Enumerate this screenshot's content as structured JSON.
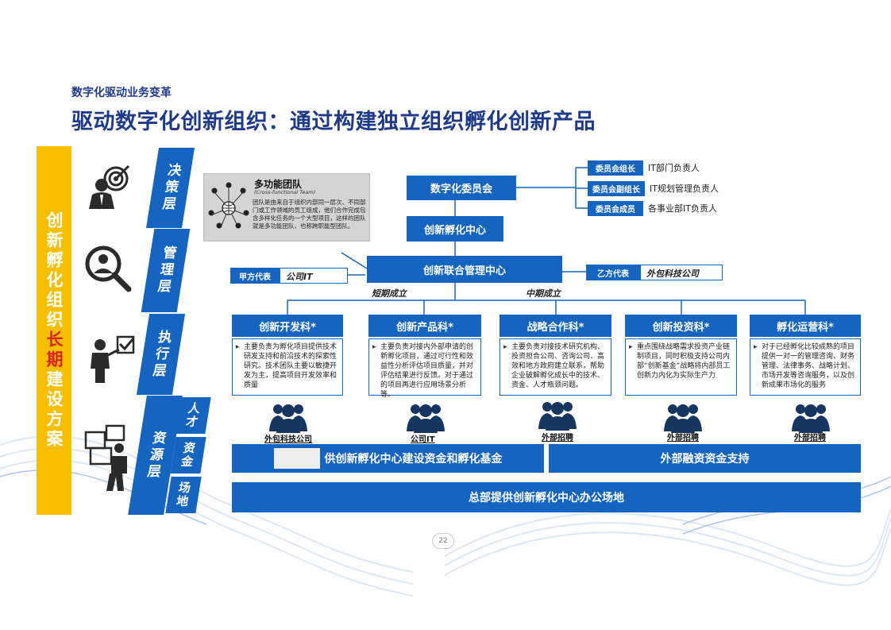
{
  "header": {
    "subtitle": "数字化驱动业务变革",
    "title": "驱动数字化创新组织：通过构建独立组织孵化创新产品"
  },
  "side": {
    "vertical_title_part1": "创新孵化组织",
    "vertical_title_red": "长期",
    "vertical_title_part2": "建设方案"
  },
  "layers": [
    {
      "label": "决策层",
      "icon": "target-person-icon"
    },
    {
      "label": "管理层",
      "icon": "magnifier-person-icon"
    },
    {
      "label": "执行层",
      "icon": "presenter-icon"
    },
    {
      "label": "资源层",
      "icon": "worker-boxes-icon"
    }
  ],
  "resource_tags": [
    "人才",
    "资金",
    "场地"
  ],
  "team": {
    "title": "多功能团队",
    "subtitle": "(Cross-functional Team)",
    "description": "团队是由来自于组织内部同一层次、不同部门或工作领域的员工组成，他们合作完成包含多样化任务的一个大型项目，这样的团队就是多功能团队、也称跨职能型团队。"
  },
  "org": {
    "committee": "数字化委员会",
    "incubation_center": "创新孵化中心",
    "joint_center": "创新联合管理中心",
    "party_a_label": "甲方代表",
    "party_a_value": "公司IT",
    "party_b_label": "乙方代表",
    "party_b_value": "外包科技公司",
    "short_term": "短期成立",
    "mid_term": "中期成立",
    "committee_roles": [
      {
        "role": "委员会组长",
        "person": "IT部门负责人"
      },
      {
        "role": "委员会副组长",
        "person": "IT规划管理负责人"
      },
      {
        "role": "委员会成员",
        "person": "各事业部IT负责人"
      }
    ]
  },
  "departments": [
    {
      "name": "创新开发科*",
      "desc": "主要负责为孵化项目提供技术研发支持和前沿技术的探索性研究。技术团队主要以敏捷开发为主，提高项目开发效率和质量",
      "group": "外包科技公司"
    },
    {
      "name": "创新产品科*",
      "desc": "主要负责对接内外部申请的创新孵化项目，通过可行性和效益性分析评估项目质量，并对评估结果进行反馈。对于通过的项目再进行应用场景分析等。",
      "group": "公司IT"
    },
    {
      "name": "战略合作科*",
      "desc": "主要负责对接技术研究机构、投资担合公司、咨询公司、高效和地方政府建立联系，帮助企业破解孵化成长中的技术、资金、人才瓶颈问题。",
      "group": "外部招聘"
    },
    {
      "name": "创新投资科*",
      "desc": "重点围绕战略需求投资产业链制项目，同时积极支持公司内部“创新基金”战略将内部员工创新力内化为实际生产力",
      "group": "外部招聘"
    },
    {
      "name": "孵化运营科*",
      "desc": "对于已经孵化比较成熟的项目提供一对一的管理咨询、财务管理、法律事务、战略计划、市场开发等咨询服务，以及创新成果市场化的服务",
      "group": "外部招聘"
    }
  ],
  "support": {
    "fund_left": "供创新孵化中心建设资金和孵化基金",
    "fund_right": "外部融资资金支持",
    "office": "总部提供创新孵化中心办公场地"
  },
  "footer": {
    "page": "22"
  },
  "colors": {
    "primary": "#1565c0",
    "accent": "#f5bf00",
    "title": "#1f3a8a",
    "red": "#d8231c"
  }
}
